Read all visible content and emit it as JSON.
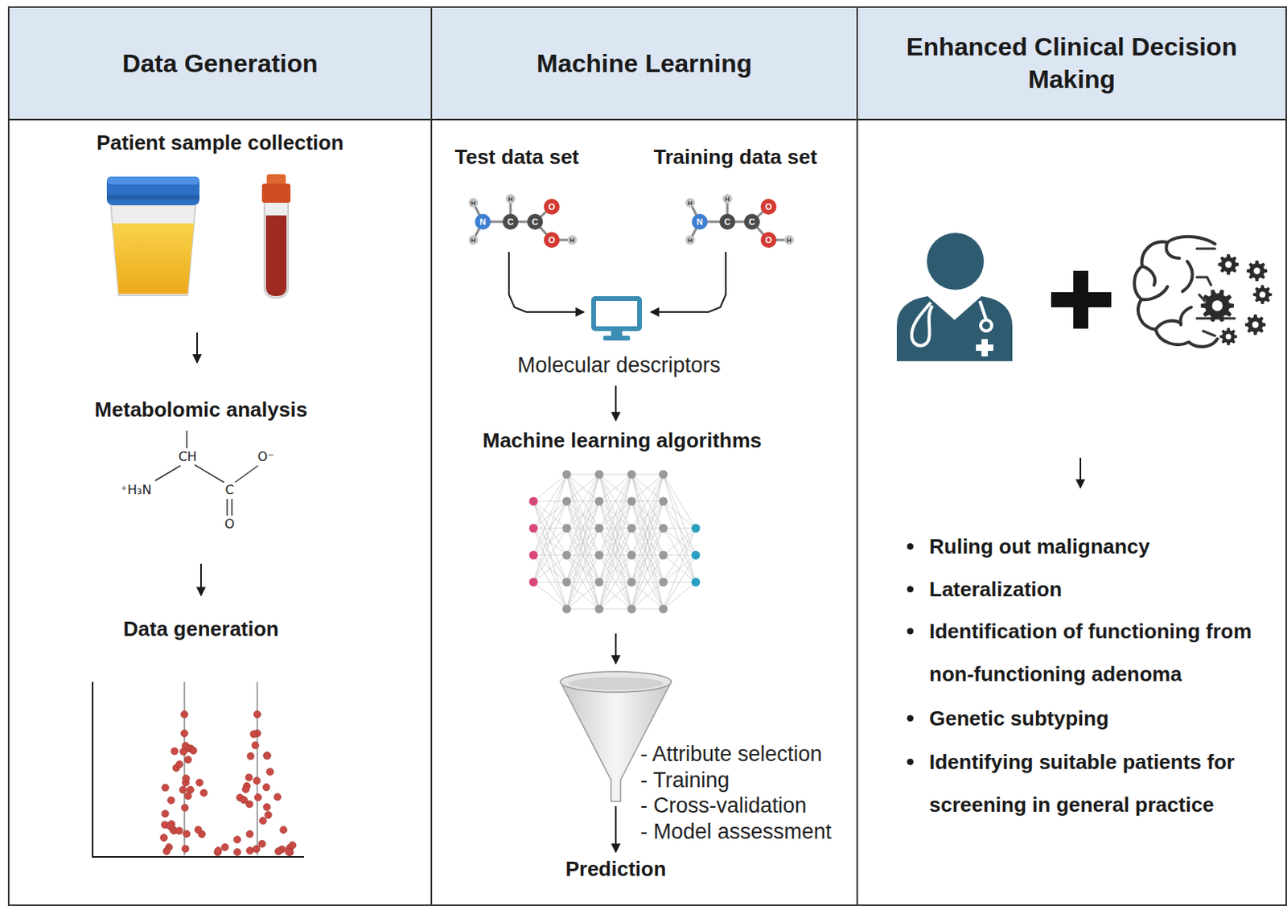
{
  "diagram": {
    "nodes": [
      {
        "text": [
          "Data Generation"
        ]
      },
      {
        "text": [
          "Machine Learning"
        ]
      },
      {
        "text": [
          "Enhanced Clinical Decision Making"
        ]
      }
    ],
    "labels": [
      "Patient sample collection",
      "Metabolomic analysis",
      "CH",
      "⁺H₃N",
      "O⁻",
      "C",
      "O",
      "Data generation",
      "Test data set",
      "Training data set",
      "H",
      "H",
      "N",
      "H",
      "C",
      "C",
      "O",
      "O",
      "H",
      "H",
      "H",
      "N",
      "H",
      "C",
      "C",
      "O",
      "O",
      "H",
      "Molecular descriptors",
      "Machine learning algorithms",
      "- Attribute selection",
      "- Training",
      "- Cross-validation",
      "- Model assessment",
      "Prediction",
      "Ruling out malignancy",
      "Lateralization",
      "Identification of functioning from non-functioning adenoma",
      "Genetic subtyping",
      "Identifying suitable patients for screening in general practice"
    ]
  }
}
